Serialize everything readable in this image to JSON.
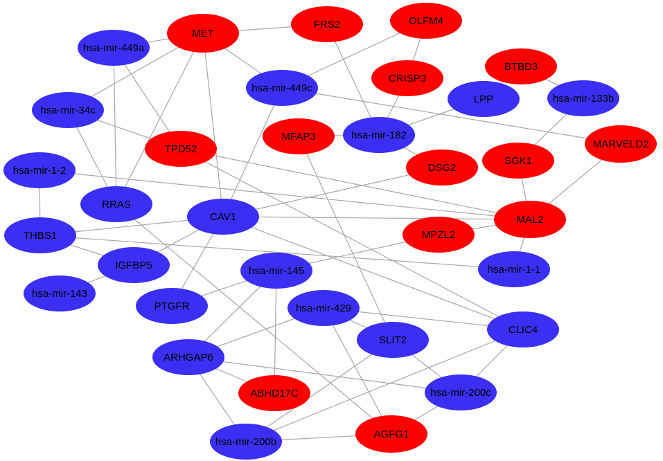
{
  "colors": {
    "gene": "#ff0000",
    "mirna": "#3a2ff2",
    "edge": "#a6a6a6"
  },
  "nodes": [
    {
      "id": "MET",
      "label": "MET",
      "type": "gene"
    },
    {
      "id": "FRS2",
      "label": "FRS2",
      "type": "gene"
    },
    {
      "id": "OLFM4",
      "label": "OLFM4",
      "type": "gene"
    },
    {
      "id": "BTBD3",
      "label": "BTBD3",
      "type": "gene"
    },
    {
      "id": "CRISP3",
      "label": "CRISP3",
      "type": "gene"
    },
    {
      "id": "MFAP3",
      "label": "MFAP3",
      "type": "gene"
    },
    {
      "id": "TPD52",
      "label": "TPD52",
      "type": "gene"
    },
    {
      "id": "DSG2",
      "label": "DSG2",
      "type": "gene"
    },
    {
      "id": "SGK1",
      "label": "SGK1",
      "type": "gene"
    },
    {
      "id": "MARVELD2",
      "label": "MARVELD2",
      "type": "gene"
    },
    {
      "id": "MAL2",
      "label": "MAL2",
      "type": "gene"
    },
    {
      "id": "MPZL2",
      "label": "MPZL2",
      "type": "gene"
    },
    {
      "id": "ABHD17C",
      "label": "ABHD17C",
      "type": "gene"
    },
    {
      "id": "AGFG1",
      "label": "AGFG1",
      "type": "gene"
    },
    {
      "id": "hsa-mir-449a",
      "label": "hsa-mir-449a",
      "type": "mirna"
    },
    {
      "id": "hsa-mir-449c",
      "label": "hsa-mir-449c",
      "type": "mirna"
    },
    {
      "id": "LPP",
      "label": "LPP",
      "type": "mirna"
    },
    {
      "id": "hsa-mir-133b",
      "label": "hsa-mir-133b",
      "type": "mirna"
    },
    {
      "id": "hsa-mir-34c",
      "label": "hsa-mir-34c",
      "type": "mirna"
    },
    {
      "id": "hsa-mir-182",
      "label": "hsa-mir-182",
      "type": "mirna"
    },
    {
      "id": "hsa-mir-1-2",
      "label": "hsa-mir-1-2",
      "type": "mirna"
    },
    {
      "id": "RRAS",
      "label": "RRAS",
      "type": "mirna"
    },
    {
      "id": "CAV1",
      "label": "CAV1",
      "type": "mirna"
    },
    {
      "id": "THBS1",
      "label": "THBS1",
      "type": "mirna"
    },
    {
      "id": "IGFBP5",
      "label": "IGFBP5",
      "type": "mirna"
    },
    {
      "id": "hsa-mir-1-1",
      "label": "hsa-mir-1-1",
      "type": "mirna"
    },
    {
      "id": "hsa-mir-145",
      "label": "hsa-mir-145",
      "type": "mirna"
    },
    {
      "id": "hsa-mir-143",
      "label": "hsa-mir-143",
      "type": "mirna"
    },
    {
      "id": "PTGFR",
      "label": "PTGFR",
      "type": "mirna"
    },
    {
      "id": "hsa-mir-429",
      "label": "hsa-mir-429",
      "type": "mirna"
    },
    {
      "id": "CLIC4",
      "label": "CLIC4",
      "type": "mirna"
    },
    {
      "id": "SLIT2",
      "label": "SLIT2",
      "type": "mirna"
    },
    {
      "id": "ARHGAP6",
      "label": "ARHGAP6",
      "type": "mirna"
    },
    {
      "id": "hsa-mir-200c",
      "label": "hsa-mir-200c",
      "type": "mirna"
    },
    {
      "id": "hsa-mir-200b",
      "label": "hsa-mir-200b",
      "type": "mirna"
    }
  ],
  "edges": [
    [
      "MET",
      "FRS2"
    ],
    [
      "MET",
      "hsa-mir-449a"
    ],
    [
      "MET",
      "hsa-mir-449c"
    ],
    [
      "MET",
      "hsa-mir-34c"
    ],
    [
      "MET",
      "CAV1"
    ],
    [
      "MET",
      "RRAS"
    ],
    [
      "hsa-mir-449a",
      "TPD52"
    ],
    [
      "hsa-mir-449a",
      "RRAS"
    ],
    [
      "FRS2",
      "hsa-mir-182"
    ],
    [
      "OLFM4",
      "CRISP3"
    ],
    [
      "OLFM4",
      "hsa-mir-449c"
    ],
    [
      "hsa-mir-449c",
      "MARVELD2"
    ],
    [
      "hsa-mir-449c",
      "CAV1"
    ],
    [
      "CRISP3",
      "hsa-mir-182"
    ],
    [
      "BTBD3",
      "LPP"
    ],
    [
      "BTBD3",
      "hsa-mir-133b"
    ],
    [
      "hsa-mir-133b",
      "SGK1"
    ],
    [
      "LPP",
      "hsa-mir-182"
    ],
    [
      "hsa-mir-34c",
      "TPD52"
    ],
    [
      "hsa-mir-34c",
      "RRAS"
    ],
    [
      "MFAP3",
      "hsa-mir-182"
    ],
    [
      "MFAP3",
      "SLIT2"
    ],
    [
      "hsa-mir-182",
      "DSG2"
    ],
    [
      "TPD52",
      "MAL2"
    ],
    [
      "TPD52",
      "CLIC4"
    ],
    [
      "DSG2",
      "CAV1"
    ],
    [
      "SGK1",
      "MAL2"
    ],
    [
      "MARVELD2",
      "MAL2"
    ],
    [
      "hsa-mir-1-2",
      "THBS1"
    ],
    [
      "hsa-mir-1-2",
      "MAL2"
    ],
    [
      "RRAS",
      "AGFG1"
    ],
    [
      "CAV1",
      "THBS1"
    ],
    [
      "CAV1",
      "MAL2"
    ],
    [
      "CAV1",
      "IGFBP5"
    ],
    [
      "CAV1",
      "PTGFR"
    ],
    [
      "CAV1",
      "CLIC4"
    ],
    [
      "THBS1",
      "IGFBP5"
    ],
    [
      "THBS1",
      "hsa-mir-1-1"
    ],
    [
      "MAL2",
      "MPZL2"
    ],
    [
      "MAL2",
      "hsa-mir-1-1"
    ],
    [
      "MPZL2",
      "hsa-mir-145"
    ],
    [
      "IGFBP5",
      "hsa-mir-143"
    ],
    [
      "hsa-mir-145",
      "PTGFR"
    ],
    [
      "hsa-mir-145",
      "ARHGAP6"
    ],
    [
      "hsa-mir-145",
      "ABHD17C"
    ],
    [
      "hsa-mir-429",
      "ARHGAP6"
    ],
    [
      "hsa-mir-429",
      "CLIC4"
    ],
    [
      "hsa-mir-429",
      "SLIT2"
    ],
    [
      "hsa-mir-429",
      "AGFG1"
    ],
    [
      "SLIT2",
      "hsa-mir-200c"
    ],
    [
      "SLIT2",
      "hsa-mir-200b"
    ],
    [
      "CLIC4",
      "hsa-mir-200c"
    ],
    [
      "CLIC4",
      "hsa-mir-200b"
    ],
    [
      "ARHGAP6",
      "ABHD17C"
    ],
    [
      "ARHGAP6",
      "hsa-mir-200c"
    ],
    [
      "ARHGAP6",
      "hsa-mir-200b"
    ],
    [
      "hsa-mir-200c",
      "AGFG1"
    ],
    [
      "hsa-mir-200b",
      "AGFG1"
    ]
  ]
}
